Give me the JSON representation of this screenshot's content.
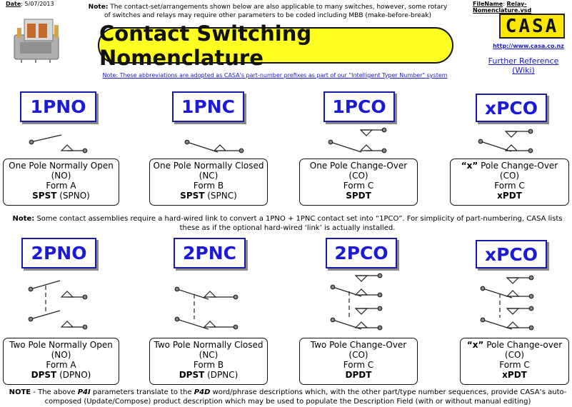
{
  "header": {
    "date_label": "Date",
    "date_value": "5/07/2013",
    "note_label": "Note:",
    "note_text": "The contact-set/arrangements shown below are also applicable to many switches, however, some rotary of switches and relays may require other parameters to be coded including MBB (make-before-break)",
    "filename_label": "FileName",
    "filename_value": "Relay-Nomenclature.vsd",
    "logo_text": "CASA",
    "url": "http://www.casa.co.nz",
    "further_reference": "Further Reference (Wiki)"
  },
  "title": "Contact Switching Nomenclature",
  "abbreviations_note": "Note: These abbreviations are adopted as CASA's part-number prefixes as part of our \"Intelligent Typer Number\" system",
  "row1": [
    {
      "code": "1PNO",
      "line1": "One Pole Normally Open",
      "line2": "(NO)",
      "line3": "Form A",
      "bold": "SPST",
      "alt": " (SPNO)"
    },
    {
      "code": "1PNC",
      "line1": "One Pole Normally Closed",
      "line2": "(NC)",
      "line3": "Form B",
      "bold": "SPST",
      "alt": " (SPNC)"
    },
    {
      "code": "1PCO",
      "line1": "One Pole Change-Over",
      "line2": "(CO)",
      "line3": "Form C",
      "bold": "SPDT",
      "alt": ""
    },
    {
      "code": "xPCO",
      "line1_bold": "“x”",
      "line1": " Pole Change-Over",
      "line2": "(CO)",
      "line3": "Form C",
      "bold": "xPDT",
      "alt": ""
    }
  ],
  "middle_note": {
    "label": "Note:",
    "text": " Some contact assemblies require a hard-wired link to convert a 1PNO + 1PNC contact set into “1PCO”. For simplicity of part-numbering, CASA lists these as if the optional hard-wired ‘link’ is actually installed."
  },
  "row2": [
    {
      "code": "2PNO",
      "line1": "Two Pole Normally Open",
      "line2": "(NO)",
      "line3": "Form A",
      "bold": "DPST",
      "alt": " (DPNO)"
    },
    {
      "code": "2PNC",
      "line1": "Two Pole Normally Closed",
      "line2": "(NC)",
      "line3": "Form B",
      "bold": "DPST",
      "alt": " (DPNC)"
    },
    {
      "code": "2PCO",
      "line1": "Two Pole Change-Over",
      "line2": "(CO)",
      "line3": "Form C",
      "bold": "DPDT",
      "alt": ""
    },
    {
      "code": "xPCO",
      "line1_bold": "“x”",
      "line1": " Pole Change-over",
      "line2": "(CO)",
      "line3": "Form C",
      "bold": "xPDT",
      "alt": ""
    }
  ],
  "bottom_note": {
    "label": "NOTE",
    "text1": " - The above ",
    "p4i": "P4I",
    "text2": " parameters translate to the ",
    "p4d": "P4D",
    "text3": " word/phrase descriptions which, with the other part/type number sequences, provide CASA’s auto-composed (Update/Compose) product description which may be used to populate the Description Field (with or without manual editing)"
  },
  "colors": {
    "title_bg": "#ffff22",
    "code_text": "#1a1ad8",
    "link": "#1a1ac8",
    "logo_bg": "#ffe800"
  },
  "icons": [
    "relay-photo",
    "casa-logo"
  ]
}
